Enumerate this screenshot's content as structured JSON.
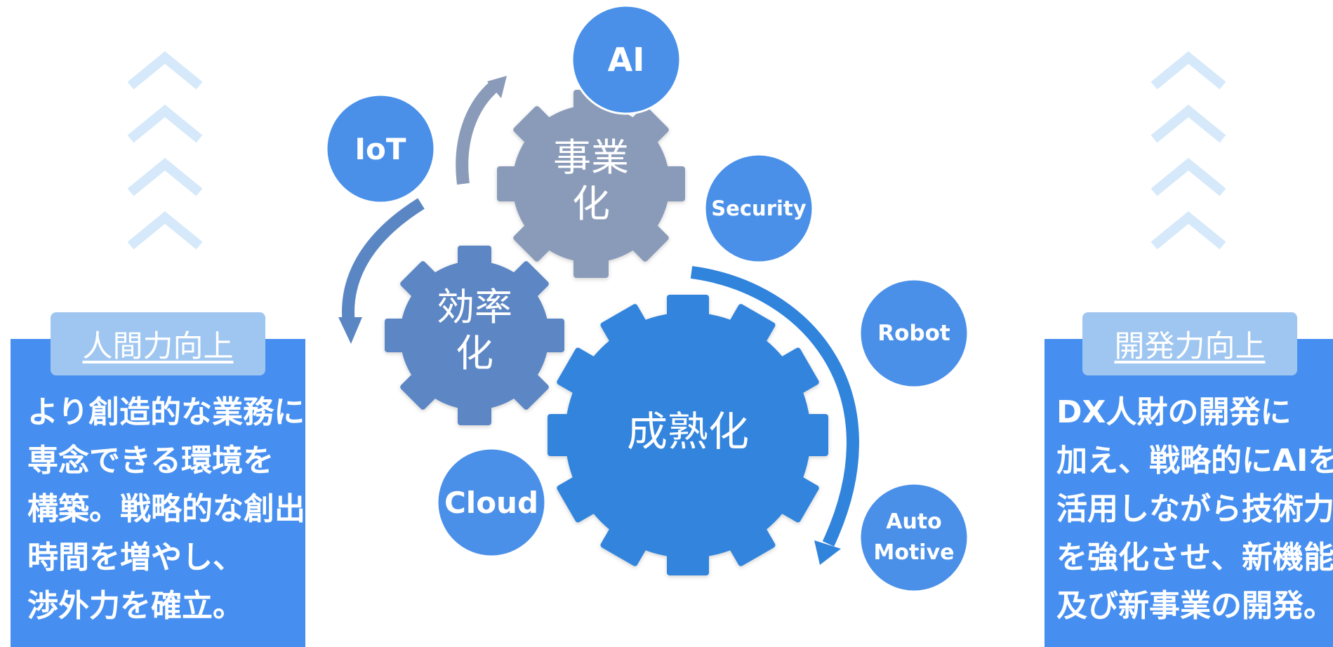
{
  "gears": {
    "business": {
      "label_line1": "事業",
      "label_line2": "化"
    },
    "efficiency": {
      "label_line1": "効率",
      "label_line2": "化"
    },
    "maturity": {
      "label": "成熟化"
    }
  },
  "bubbles": {
    "ai": "AI",
    "iot": "IoT",
    "security": "Security",
    "robot": "Robot",
    "cloud": "Cloud",
    "automotive_line1": "Auto",
    "automotive_line2": "Motive"
  },
  "left_panel": {
    "title": "人間力向上",
    "lines": [
      "より創造的な業務に",
      "専念できる環境を",
      "構築。戦略的な創出",
      "時間を増やし、",
      "渉外力を確立。"
    ]
  },
  "right_panel": {
    "title": "開発力向上",
    "lines": [
      "DX人財の開発に",
      "加え、戦略的にAIを",
      "活用しながら技術力",
      "を強化させ、新機能",
      "及び新事業の開発。"
    ]
  },
  "colors": {
    "panel": "#468ff0",
    "tab": "#9fc6f0",
    "bubble": "#4a90e8",
    "gear_business": "#8a9bb9",
    "gear_efficiency": "#5b86c4",
    "gear_maturity": "#3184dc",
    "chevron": "#d5e9fb"
  }
}
